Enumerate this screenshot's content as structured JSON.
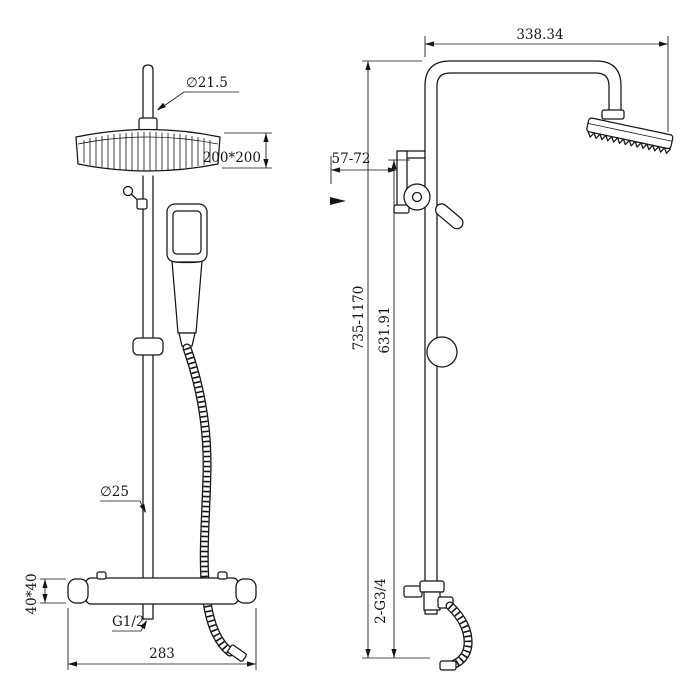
{
  "labels": {
    "top_pipe_diameter": "∅21.5",
    "head_size": "200*200",
    "rail_diameter": "∅25",
    "inlet_thread": "G1/2",
    "base_width": "283",
    "valve_section": "40*40",
    "arm_reach": "338.34",
    "wall_distance": "57-72",
    "height_range": "735-1170",
    "rail_length": "631.91",
    "outlet_thread": "2-G3/4"
  },
  "colors": {
    "line": "#151515",
    "background": "#ffffff"
  }
}
